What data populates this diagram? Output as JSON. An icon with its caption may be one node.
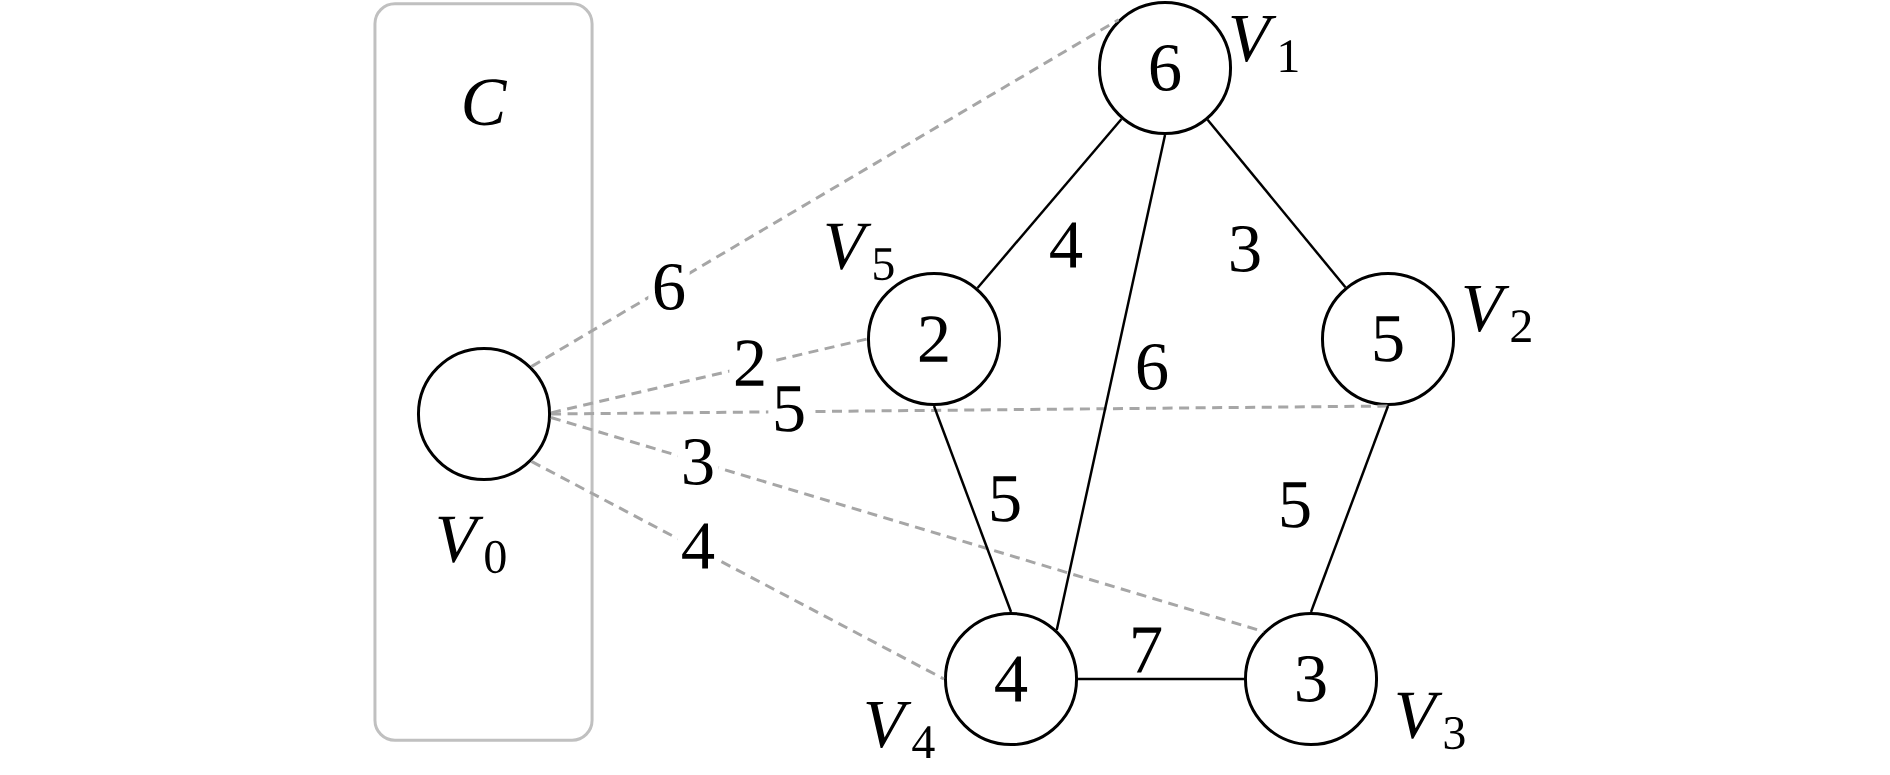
{
  "diagram": {
    "nodes": [
      {
        "text": [
          "C"
        ]
      },
      {
        "text": [],
        "shape": "circle",
        "beside": [
          "*V*$_{0}$"
        ],
        "in": 0
      },
      {
        "text": [
          "6"
        ],
        "beside": [
          "*V*$_{1}$"
        ]
      },
      {
        "text": [
          "5"
        ],
        "beside": [
          "*V*$_{2}$"
        ]
      },
      {
        "text": [
          "3"
        ],
        "beside": [
          "*V*$_{3}$"
        ]
      },
      {
        "text": [
          "4"
        ],
        "beside": [
          "*V*$_{4}$"
        ]
      },
      {
        "text": [
          "2"
        ],
        "beside": [
          "*V*$_{5}$"
        ]
      }
    ],
    "edges": [
      {
        "from": 1,
        "to": 2,
        "arrow": "none",
        "label": "6",
        "style": "dashed",
        "color": "#a6a6a6"
      },
      {
        "from": 1,
        "to": 6,
        "arrow": "none",
        "label": "2",
        "style": "dashed",
        "color": "#a6a6a6"
      },
      {
        "from": 1,
        "to": 3,
        "arrow": "none",
        "label": "5",
        "style": "dashed",
        "color": "#a6a6a6"
      },
      {
        "from": 1,
        "to": 4,
        "arrow": "none",
        "label": "3",
        "style": "dashed",
        "color": "#a6a6a6"
      },
      {
        "from": 1,
        "to": 5,
        "arrow": "none",
        "label": "4",
        "style": "dashed",
        "color": "#a6a6a6"
      },
      {
        "from": 2,
        "to": 6,
        "arrow": "none",
        "label": "4"
      },
      {
        "from": 2,
        "to": 5,
        "arrow": "none",
        "label": "6"
      },
      {
        "from": 2,
        "to": 3,
        "arrow": "none",
        "label": "3"
      },
      {
        "from": 6,
        "to": 5,
        "arrow": "none",
        "label": "5"
      },
      {
        "from": 3,
        "to": 4,
        "arrow": "none",
        "label": "5"
      },
      {
        "from": 5,
        "to": 4,
        "arrow": "none",
        "label": "7"
      }
    ]
  }
}
